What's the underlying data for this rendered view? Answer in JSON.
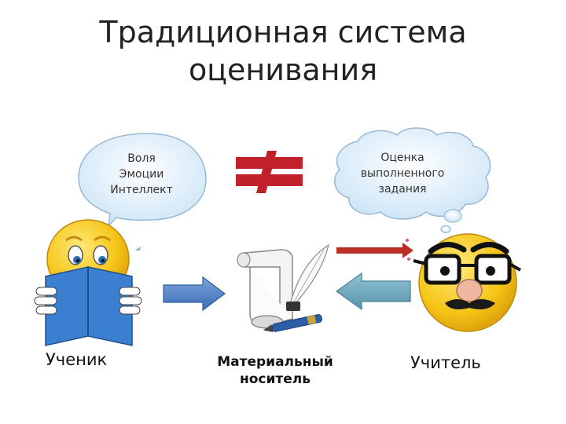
{
  "title": {
    "line1": "Традиционная система",
    "line2": "оценивания"
  },
  "student_bubble": {
    "lines": [
      "Воля",
      "Эмоции",
      "Интеллект"
    ]
  },
  "teacher_bubble": {
    "lines": [
      "Оценка",
      "выполненного",
      "задания"
    ]
  },
  "labels": {
    "student": "Ученик",
    "medium_line1": "Материальный",
    "medium_line2": "носитель",
    "teacher": "Учитель"
  },
  "colors": {
    "not_equal": "#c0212a",
    "arrow_blue": "#4f7fc0",
    "arrow_teal": "#6fa8bd",
    "arrow_red": "#c0392b",
    "bubble_fill": "#d8ecf8",
    "smiley": "#f2c21b",
    "book": "#3b7fd0"
  },
  "icons": [
    "not-equal-icon",
    "right-arrow-icon",
    "left-arrow-icon",
    "scroll-quill-icon",
    "student-smiley-icon",
    "teacher-smiley-icon"
  ]
}
